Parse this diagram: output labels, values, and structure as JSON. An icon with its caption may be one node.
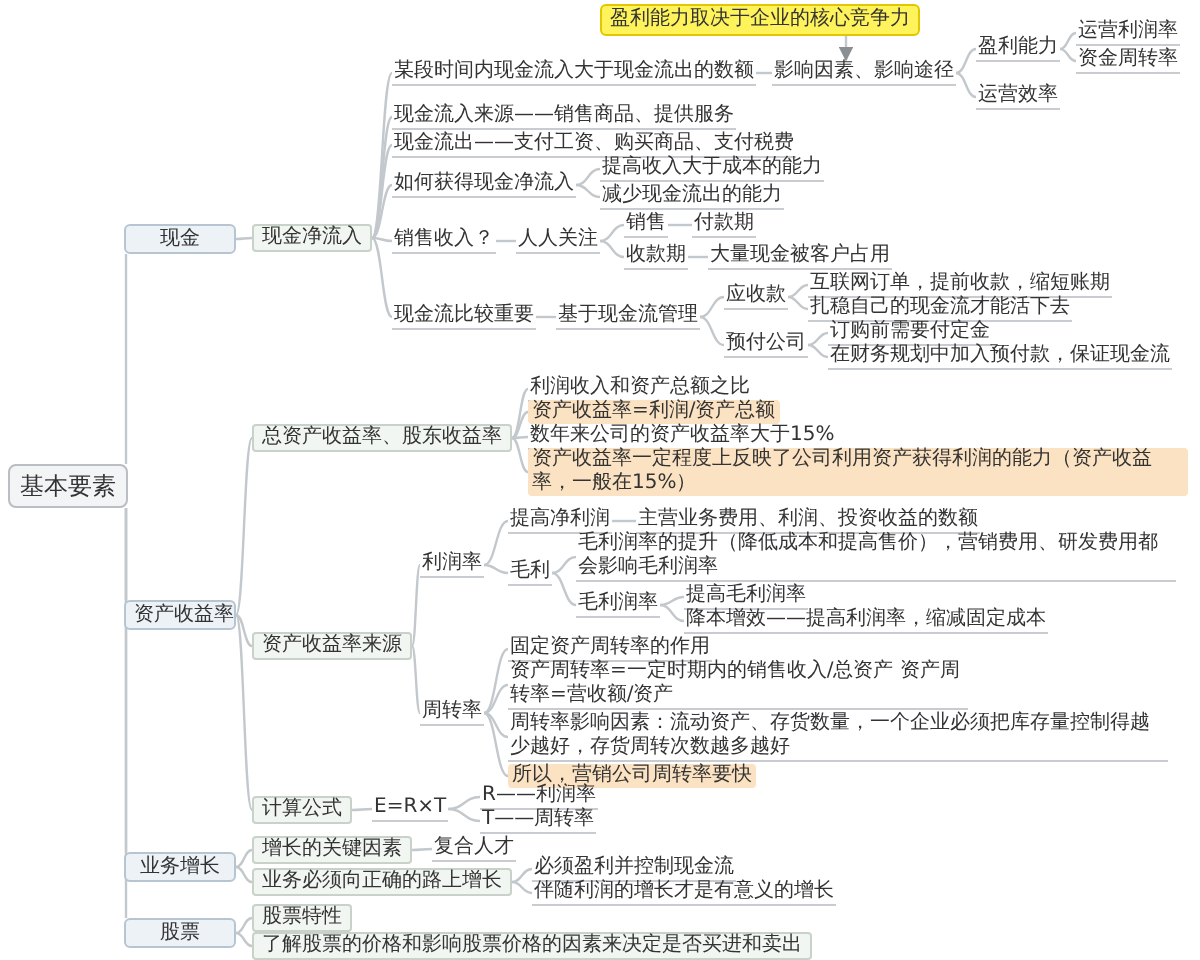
{
  "diagram": {
    "nodes": [
      {
        "text": [
          "基本要素"
        ]
      },
      {
        "text": [
          "现金"
        ]
      },
      {
        "text": [
          "现金净流入"
        ]
      },
      {
        "text": [
          "某段时间内现金流入大于现金流出的数额"
        ]
      },
      {
        "text": [
          "影响因素、影响途径"
        ]
      },
      {
        "text": [
          "盈利能力"
        ]
      },
      {
        "text": [
          "运营利润率"
        ]
      },
      {
        "text": [
          "资金周转率"
        ]
      },
      {
        "text": [
          "运营效率"
        ]
      },
      {
        "text": [
          "盈利能力取决于企业的核心竞争力"
        ]
      },
      {
        "text": [
          "现金流入来源——销售商品、提供服务"
        ]
      },
      {
        "text": [
          "现金流出——支付工资、购买商品、支付税费"
        ]
      },
      {
        "text": [
          "如何获得现金净流入"
        ]
      },
      {
        "text": [
          "提高收入大于成本的能力"
        ]
      },
      {
        "text": [
          "减少现金流出的能力"
        ]
      },
      {
        "text": [
          "销售收入？"
        ]
      },
      {
        "text": [
          "人人关注"
        ]
      },
      {
        "text": [
          "销售"
        ]
      },
      {
        "text": [
          "付款期"
        ]
      },
      {
        "text": [
          "收款期"
        ]
      },
      {
        "text": [
          "大量现金被客户占用"
        ]
      },
      {
        "text": [
          "现金流比较重要"
        ]
      },
      {
        "text": [
          "基于现金流管理"
        ]
      },
      {
        "text": [
          "应收款"
        ]
      },
      {
        "text": [
          "互联网订单，提前收款，缩短账期"
        ]
      },
      {
        "text": [
          "扎稳自己的现金流才能活下去"
        ]
      },
      {
        "text": [
          "预付公司"
        ]
      },
      {
        "text": [
          "订购前需要付定金"
        ]
      },
      {
        "text": [
          "在财务规划中加入预付款，保证现金流"
        ]
      },
      {
        "text": [
          "资产收益率"
        ]
      },
      {
        "text": [
          "总资产收益率、股东收益率"
        ]
      },
      {
        "text": [
          "利润收入和资产总额之比"
        ]
      },
      {
        "text": [
          "资产收益率=利润/资产总额"
        ]
      },
      {
        "text": [
          "数年来公司的资产收益率大于15%"
        ]
      },
      {
        "text": [
          "资产收益率一定程度上反映了公司利用资产获得利润的能力（资产收益率，一般在15%）"
        ]
      },
      {
        "text": [
          "资产收益率来源"
        ]
      },
      {
        "text": [
          "利润率"
        ]
      },
      {
        "text": [
          "周转率"
        ]
      },
      {
        "text": [
          "提高净利润"
        ]
      },
      {
        "text": [
          "主营业务费用、利润、投资收益的数额"
        ]
      },
      {
        "text": [
          "毛利"
        ]
      },
      {
        "text": [
          "毛利润率的提升（降低成本和提高售价），营销费用、研发费用都会影响毛利润率"
        ]
      },
      {
        "text": [
          "毛利润率"
        ]
      },
      {
        "text": [
          "提高毛利润率"
        ]
      },
      {
        "text": [
          "降本增效——提高利润率，缩减固定成本"
        ]
      },
      {
        "text": [
          "固定资产周转率的作用"
        ]
      },
      {
        "text": [
          "资产周转率=一定时期内的销售收入/总资产 资产周转率=营收额/资产"
        ]
      },
      {
        "text": [
          "周转率影响因素：流动资产、存货数量，一个企业必须把库存量控制得越少越好，存货周转次数越多越好"
        ]
      },
      {
        "text": [
          "所以，营销公司周转率要快"
        ]
      },
      {
        "text": [
          "计算公式"
        ]
      },
      {
        "text": [
          "E=R×T"
        ]
      },
      {
        "text": [
          "R——利润率"
        ]
      },
      {
        "text": [
          "T——周转率"
        ]
      },
      {
        "text": [
          "业务增长"
        ]
      },
      {
        "text": [
          "增长的关键因素"
        ]
      },
      {
        "text": [
          "复合人才"
        ]
      },
      {
        "text": [
          "业务必须向正确的路上增长"
        ]
      },
      {
        "text": [
          "必须盈利并控制现金流"
        ]
      },
      {
        "text": [
          "伴随利润的增长才是有意义的增长"
        ]
      },
      {
        "text": [
          "股票"
        ]
      },
      {
        "text": [
          "股票特性"
        ]
      },
      {
        "text": [
          "了解股票的价格和影响股票价格的因素来决定是否买进和卖出"
        ]
      }
    ],
    "edges": [
      {
        "from": 0,
        "to": 1,
        "arrow": "none"
      },
      {
        "from": 1,
        "to": 2,
        "arrow": "none"
      },
      {
        "from": 2,
        "to": 3,
        "arrow": "none"
      },
      {
        "from": 3,
        "to": 4,
        "arrow": "none"
      },
      {
        "from": 4,
        "to": 5,
        "arrow": "none"
      },
      {
        "from": 5,
        "to": 6,
        "arrow": "none"
      },
      {
        "from": 5,
        "to": 7,
        "arrow": "none"
      },
      {
        "from": 4,
        "to": 8,
        "arrow": "none"
      },
      {
        "from": 9,
        "to": 4,
        "arrow": "to"
      },
      {
        "from": 2,
        "to": 10,
        "arrow": "none"
      },
      {
        "from": 2,
        "to": 11,
        "arrow": "none"
      },
      {
        "from": 2,
        "to": 12,
        "arrow": "none"
      },
      {
        "from": 12,
        "to": 13,
        "arrow": "none"
      },
      {
        "from": 12,
        "to": 14,
        "arrow": "none"
      },
      {
        "from": 2,
        "to": 15,
        "arrow": "none"
      },
      {
        "from": 15,
        "to": 16,
        "arrow": "none"
      },
      {
        "from": 16,
        "to": 17,
        "arrow": "none"
      },
      {
        "from": 17,
        "to": 18,
        "arrow": "none"
      },
      {
        "from": 16,
        "to": 19,
        "arrow": "none"
      },
      {
        "from": 19,
        "to": 20,
        "arrow": "none"
      },
      {
        "from": 2,
        "to": 21,
        "arrow": "none"
      },
      {
        "from": 21,
        "to": 22,
        "arrow": "none"
      },
      {
        "from": 22,
        "to": 23,
        "arrow": "none"
      },
      {
        "from": 23,
        "to": 24,
        "arrow": "none"
      },
      {
        "from": 23,
        "to": 25,
        "arrow": "none"
      },
      {
        "from": 22,
        "to": 26,
        "arrow": "none"
      },
      {
        "from": 26,
        "to": 27,
        "arrow": "none"
      },
      {
        "from": 26,
        "to": 28,
        "arrow": "none"
      },
      {
        "from": 0,
        "to": 29,
        "arrow": "none"
      },
      {
        "from": 29,
        "to": 30,
        "arrow": "none"
      },
      {
        "from": 30,
        "to": 31,
        "arrow": "none"
      },
      {
        "from": 30,
        "to": 32,
        "arrow": "none"
      },
      {
        "from": 30,
        "to": 33,
        "arrow": "none"
      },
      {
        "from": 30,
        "to": 34,
        "arrow": "none"
      },
      {
        "from": 29,
        "to": 35,
        "arrow": "none"
      },
      {
        "from": 35,
        "to": 36,
        "arrow": "none"
      },
      {
        "from": 36,
        "to": 38,
        "arrow": "none"
      },
      {
        "from": 38,
        "to": 39,
        "arrow": "none"
      },
      {
        "from": 36,
        "to": 40,
        "arrow": "none"
      },
      {
        "from": 40,
        "to": 41,
        "arrow": "none"
      },
      {
        "from": 40,
        "to": 42,
        "arrow": "none"
      },
      {
        "from": 42,
        "to": 43,
        "arrow": "none"
      },
      {
        "from": 42,
        "to": 44,
        "arrow": "none"
      },
      {
        "from": 35,
        "to": 37,
        "arrow": "none"
      },
      {
        "from": 37,
        "to": 45,
        "arrow": "none"
      },
      {
        "from": 37,
        "to": 46,
        "arrow": "none"
      },
      {
        "from": 37,
        "to": 47,
        "arrow": "none"
      },
      {
        "from": 37,
        "to": 48,
        "arrow": "none"
      },
      {
        "from": 29,
        "to": 49,
        "arrow": "none"
      },
      {
        "from": 49,
        "to": 50,
        "arrow": "none"
      },
      {
        "from": 50,
        "to": 51,
        "arrow": "none"
      },
      {
        "from": 50,
        "to": 52,
        "arrow": "none"
      },
      {
        "from": 0,
        "to": 53,
        "arrow": "none"
      },
      {
        "from": 53,
        "to": 54,
        "arrow": "none"
      },
      {
        "from": 54,
        "to": 55,
        "arrow": "none"
      },
      {
        "from": 53,
        "to": 56,
        "arrow": "none"
      },
      {
        "from": 56,
        "to": 57,
        "arrow": "none"
      },
      {
        "from": 56,
        "to": 58,
        "arrow": "none"
      },
      {
        "from": 0,
        "to": 59,
        "arrow": "none"
      },
      {
        "from": 59,
        "to": 60,
        "arrow": "none"
      },
      {
        "from": 59,
        "to": 61,
        "arrow": "none"
      }
    ]
  }
}
